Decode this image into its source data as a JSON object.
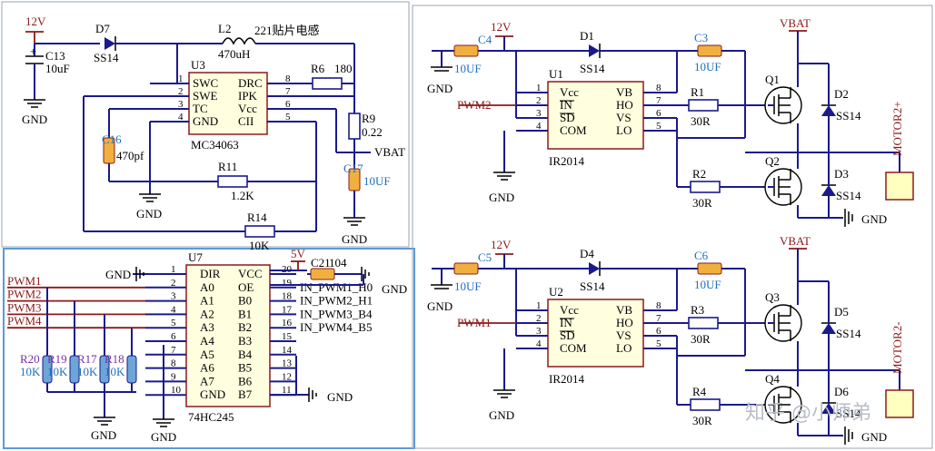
{
  "labels": {
    "v12_a": "12V",
    "v12_b": "12V",
    "v12_c": "12V",
    "v5": "5V",
    "vbat_a": "VBAT",
    "vbat_b": "VBAT",
    "vbat_c": "VBAT",
    "gnd": "GND",
    "motor_plus": "MOTOR2+",
    "motor_minus": "MOTOR2-",
    "watermark": "知乎 @小师弟"
  },
  "components": {
    "C13": {
      "ref": "C13",
      "value": "10uF"
    },
    "D7": {
      "ref": "D7",
      "value": "SS14"
    },
    "L2": {
      "ref": "L2",
      "value": "470uH",
      "desc": "221贴片电感"
    },
    "U3": {
      "ref": "U3",
      "part": "MC34063"
    },
    "R6": {
      "ref": "R6",
      "value": "180"
    },
    "R9": {
      "ref": "R9",
      "value": "0.22"
    },
    "C16": {
      "ref": "C16",
      "value": "470pf"
    },
    "C17": {
      "ref": "C17",
      "value": "10UF"
    },
    "R11": {
      "ref": "R11",
      "value": "1.2K"
    },
    "R14": {
      "ref": "R14",
      "value": "10K"
    },
    "U7": {
      "ref": "U7",
      "part": "74HC245"
    },
    "C21": {
      "ref": "C21",
      "value": "104"
    },
    "R20": {
      "ref": "R20",
      "value": "10K"
    },
    "R19": {
      "ref": "R19",
      "value": "10K"
    },
    "R17": {
      "ref": "R17",
      "value": "10K"
    },
    "R18": {
      "ref": "R18",
      "value": "10K"
    },
    "C4": {
      "ref": "C4",
      "value": "10UF"
    },
    "D1": {
      "ref": "D1",
      "value": "SS14"
    },
    "C3": {
      "ref": "C3",
      "value": "10UF"
    },
    "U1": {
      "ref": "U1",
      "part": "IR2014"
    },
    "R1": {
      "ref": "R1",
      "value": "30R"
    },
    "R2": {
      "ref": "R2",
      "value": "30R"
    },
    "Q1": {
      "ref": "Q1"
    },
    "Q2": {
      "ref": "Q2"
    },
    "D2": {
      "ref": "D2",
      "value": "SS14"
    },
    "D3": {
      "ref": "D3",
      "value": "SS14"
    },
    "C5": {
      "ref": "C5",
      "value": "10UF"
    },
    "D4": {
      "ref": "D4",
      "value": "SS14"
    },
    "C6": {
      "ref": "C6",
      "value": "10UF"
    },
    "U2": {
      "ref": "U2",
      "part": "IR2014"
    },
    "R3": {
      "ref": "R3",
      "value": "30R"
    },
    "R4": {
      "ref": "R4",
      "value": "30R"
    },
    "Q3": {
      "ref": "Q3"
    },
    "Q4": {
      "ref": "Q4"
    },
    "D5": {
      "ref": "D5",
      "value": "SS14"
    },
    "D6": {
      "ref": "D6",
      "value": "SS14"
    }
  },
  "u3_pins": {
    "left": [
      {
        "num": "1",
        "name": "SWC"
      },
      {
        "num": "2",
        "name": "SWE"
      },
      {
        "num": "3",
        "name": "TC"
      },
      {
        "num": "4",
        "name": "GND"
      }
    ],
    "right": [
      {
        "num": "8",
        "name": "DRC"
      },
      {
        "num": "7",
        "name": "IPK"
      },
      {
        "num": "6",
        "name": "Vcc"
      },
      {
        "num": "5",
        "name": "CII"
      }
    ]
  },
  "u7_pins": {
    "left": [
      {
        "num": "1",
        "name": "DIR"
      },
      {
        "num": "2",
        "name": "A0"
      },
      {
        "num": "3",
        "name": "A1"
      },
      {
        "num": "4",
        "name": "A2"
      },
      {
        "num": "5",
        "name": "A3"
      },
      {
        "num": "6",
        "name": "A4"
      },
      {
        "num": "7",
        "name": "A5"
      },
      {
        "num": "8",
        "name": "A6"
      },
      {
        "num": "9",
        "name": "A7"
      },
      {
        "num": "10",
        "name": "GND"
      }
    ],
    "right": [
      {
        "num": "20",
        "name": "VCC"
      },
      {
        "num": "19",
        "name": "OE"
      },
      {
        "num": "18",
        "name": "B0"
      },
      {
        "num": "17",
        "name": "B1"
      },
      {
        "num": "16",
        "name": "B2"
      },
      {
        "num": "15",
        "name": "B3"
      },
      {
        "num": "14",
        "name": "B4"
      },
      {
        "num": "13",
        "name": "B5"
      },
      {
        "num": "12",
        "name": "B6"
      },
      {
        "num": "11",
        "name": "B7"
      }
    ],
    "nets_in": [
      "PWM1",
      "PWM2",
      "PWM3",
      "PWM4"
    ],
    "nets_out": [
      "IN_PWM1_H0",
      "IN_PWM2_H1",
      "IN_PWM3_B4",
      "IN_PWM4_B5"
    ]
  },
  "ir_pins": {
    "left": [
      {
        "num": "1",
        "name": "Vcc"
      },
      {
        "num": "2",
        "name": "IN"
      },
      {
        "num": "3",
        "name": "SD"
      },
      {
        "num": "4",
        "name": "COM"
      }
    ],
    "right": [
      {
        "num": "8",
        "name": "VB"
      },
      {
        "num": "7",
        "name": "HO"
      },
      {
        "num": "6",
        "name": "VS"
      },
      {
        "num": "5",
        "name": "LO"
      }
    ],
    "in_u1": "PWM2",
    "in_u2": "PWM1"
  }
}
